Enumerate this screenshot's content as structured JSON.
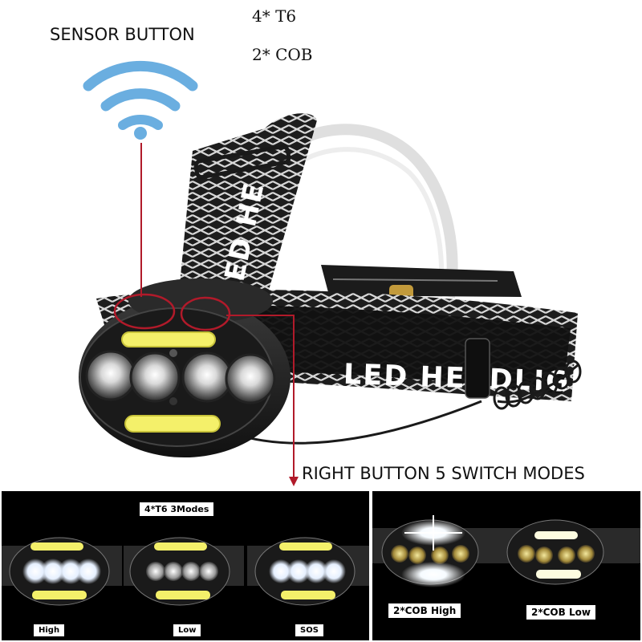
{
  "labels": {
    "sensor_button": "SENSOR BUTTON",
    "t6_count": "4* T6",
    "cob_count": "2* COB",
    "right_button": "RIGHT BUTTON 5 SWITCH MODES"
  },
  "strap_text": "LED HEADLIGHT",
  "modes_panel": {
    "title": "4*T6 3Modes",
    "modes": [
      "High",
      "Low",
      "SOS"
    ]
  },
  "cob_panel": {
    "modes": [
      "2*COB High",
      "2*COB Low"
    ]
  },
  "colors": {
    "callout_line": "#b11a2a",
    "wifi_icon": "#6aaee0",
    "strap": "#1d1d1d",
    "cob_strip": "#f4f06a"
  }
}
